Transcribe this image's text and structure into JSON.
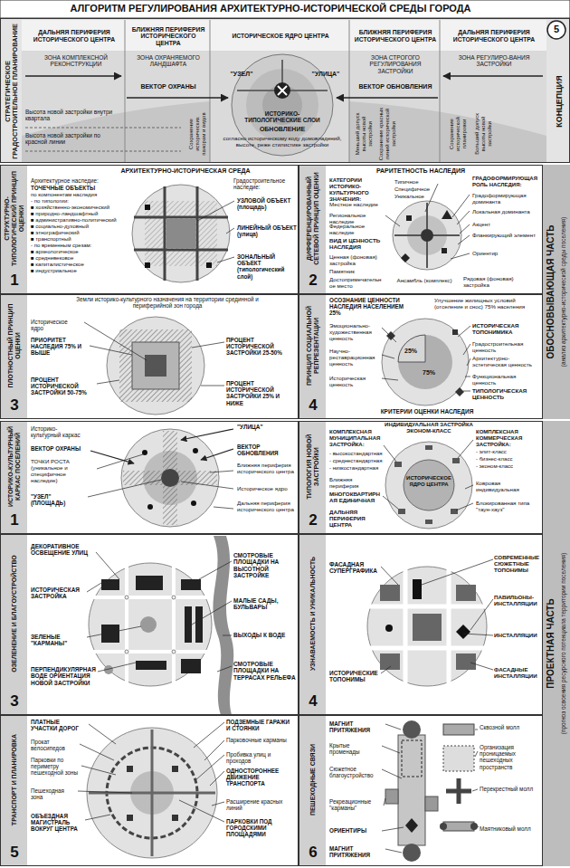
{
  "diagram": {
    "title": "АЛГОРИТМ РЕГУЛИРОВАНИЯ АРХИТЕКТУРНО-ИСТОРИЧЕСКОЙ СРЕДЫ ГОРОДА",
    "nodes": [
      {
        "text": [
          "СТРАТЕГИЧЕСКОЕ ГРАДОСТРОИТЕЛЬНОЕ ПЛАНИРОВАНИЕ",
          "КОНЦЕПЦИЯ"
        ]
      },
      {
        "text": [
          "ДАЛЬНЯЯ ПЕРИФЕРИЯ ИСТОРИЧЕСКОГО ЦЕНТРА"
        ],
        "in": 0
      },
      {
        "text": [
          "БЛИЖНЯЯ ПЕРИФЕРИЯ ИСТОРИЧЕСКОГО ЦЕНТРА"
        ],
        "in": 0
      },
      {
        "text": [
          "ИСТОРИЧЕСКОЕ ЯДРО ЦЕНТРА"
        ],
        "in": 0
      },
      {
        "text": [
          "БЛИЖНЯЯ ПЕРИФЕРИЯ ИСТОРИЧЕСКОГО ЦЕНТРА"
        ],
        "in": 0
      },
      {
        "text": [
          "ДАЛЬНЯЯ ПЕРИФЕРИЯ ИСТОРИЧЕСКОГО ЦЕНТРА"
        ],
        "in": 0
      },
      {
        "text": [
          "ОБОСНОВЫВАЮЩАЯ ЧАСТЬ",
          "(анализ архитектурно-исторической среды поселения)"
        ]
      },
      {
        "text": [
          "СТРУКТУРНО-ТИПОЛОГИЧЕСКИЙ ПРИНЦИП ОЦЕНКИ",
          "1"
        ],
        "in": 6
      },
      {
        "text": [
          "ДИФФЕРЕНЦИРОВАННЫЙ СЕТЕВОЙ ПРИНЦИП ОЦЕНКИ",
          "2"
        ],
        "in": 6
      },
      {
        "text": [
          "ПЛОТНОСТНЫЙ ПРИНЦИП ОЦЕНКИ",
          "3"
        ],
        "in": 6
      },
      {
        "text": [
          "ПРИНЦИП СОЦИАЛЬНОЙ РЕПРЕЗЕНТАЦИИ",
          "4"
        ],
        "in": 6
      },
      {
        "text": [
          "ПРОЕКТНАЯ ЧАСТЬ",
          "(прогноз освоения ресурсного потенциала территории поселения)"
        ]
      },
      {
        "text": [
          "ИСТОРИКО-КУЛЬТУРНЫЙ КАРКАС ПОСЕЛЕНИЙ",
          "1"
        ],
        "in": 11
      },
      {
        "text": [
          "ТИПОЛОГИЯ НОВОЙ ЗАСТРОЙКИ",
          "2"
        ],
        "in": 11
      },
      {
        "text": [
          "ОЗЕЛЕНЕНИЕ И БЛАГОУСТРОЙСТВО",
          "3"
        ],
        "in": 11
      },
      {
        "text": [
          "УЗНАВАЕМОСТЬ И УНИКАЛЬНОСТЬ",
          "4"
        ],
        "in": 11
      },
      {
        "text": [
          "ТРАНСПОРТ И ПЛАНИРОВКА",
          "5"
        ],
        "in": 11
      },
      {
        "text": [
          "ПЕШЕХОДНЫЕ СВЯЗИ",
          "6"
        ],
        "in": 11
      }
    ],
    "labels": [
      "5",
      "ЗОНА КОМПЛЕКСНОЙ РЕКОНСТРУКЦИИ",
      "ЗОНА ОХРАНЯЕМОГО ЛАНДШАФТА",
      "\"УЗЕЛ\"",
      "\"УЛИЦА\"",
      "ЗОНА СТРОГОГО РЕГУЛИРОВАНИЯ ЗАСТРОЙКИ",
      "ВЕКТОР ОБНОВЛЕНИЯ",
      "ЗОНА РЕГУЛИРО-ВАНИЯ ЗАСТРОЙКИ",
      "ВЕКТОР ОХРАНЫ",
      "ИСТОРИКО-ТИПОЛОГИЧЕСКИЕ СЛОИ",
      "ОБНОВЛЕНИЕ",
      "согласно историческому коду домовладений, высоте, реже стилистике застройки",
      "Высота новой застройки внутри квартала",
      "Высота новой застройки по красной линии",
      "Сохранение исторических панорам и видов",
      "Меньший допуск высоты новой застройки",
      "Сохранение красных линий исторической застройки",
      "Сохранение исторической планировки",
      "Больший допуск высоты новой застройки",
      "АРХИТЕКТУРНО-ИСТОРИЧЕСКАЯ СРЕДА",
      "Архитектурное наследие:",
      "ТОЧЕЧНЫЕ ОБЪЕКТЫ",
      "по компонентам наследия",
      "- по типологии:",
      "■ хозяйственно-экономический",
      "■ природно-ландшафтный",
      "■ административно-политический",
      "■ социально-духовный",
      "■ этнографический",
      "■ транспортный",
      "- по временным срезам:",
      "■ археологическое",
      "■ средневековое",
      "■ капиталистическое",
      "■ индустриальное",
      "Градостроительное наследие:",
      "УЗЛОВОЙ ОБЪЕКТ (площадь)",
      "ЛИНЕЙНЫЙ ОБЪЕКТ (улица)",
      "ЗОНАЛЬНЫЙ ОБЪЕКТ (типологический слой)",
      "РАРИТЕТНОСТЬ НАСЛЕДИЯ",
      "КАТЕГОРИИ ИСТОРИКО-КУЛЬТУРНОГО ЗНАЧЕНИЯ:",
      "Местное наследие",
      "Региональное наследие",
      "Федеральное наследие",
      "Типичное",
      "Специфичное",
      "Уникальное",
      "ГРАДОФОРМИРУЮЩАЯ РОЛЬ НАСЛЕДИЯ:",
      "Градоформирующая доминанта",
      "Локальная доминанта",
      "Акцент",
      "Фланкирующий элемент",
      "Ориентир",
      "ВИД И ЦЕННОСТЬ НАСЛЕДИЯ",
      "Ценная (фоновая) застройка",
      "Памятник",
      "Достопримечательное место",
      "Ансамбль (комплекс)",
      "Рядовая (фоновая) застройка",
      "Земли историко-культурного назначения на территории срединной и периферийной зон города",
      "Историческое ядро",
      "ПРИОРИТЕТ НАСЛЕДИЯ 75% И ВЫШЕ",
      "ПРОЦЕНТ ИСТОРИЧЕСКОЙ ЗАСТРОЙКИ 50-75%",
      "ПРОЦЕНТ ИСТОРИЧЕСКОЙ ЗАСТРОЙКИ 25-50%",
      "ПРОЦЕНТ ИСТОРИЧЕСКОЙ ЗАСТРОЙКИ 25% И НИЖЕ",
      "ОСОЗНАНИЕ ЦЕННОСТИ НАСЛЕДИЯ НАСЕЛЕНИЕМ 25%",
      "Эмоционально-художественная ценность",
      "Научно-реставрационная ценность",
      "Историческая ценность",
      "Улучшение жилищных условий (отселение и снос) 75% населения",
      "ИСТОРИЧЕСКАЯ ТОПОНИМИКА",
      "Градостроительная ценность",
      "Архитектурно-эстетическая ценность",
      "Функциональная ценность",
      "ТИПОЛОГИЧЕСКАЯ ЦЕННОСТЬ",
      "25%",
      "75%",
      "КРИТЕРИИ ОЦЕНКИ НАСЛЕДИЯ",
      "Историко-культурный каркас",
      "ВЕКТОР ОХРАНЫ",
      "ТОЧКИ РОСТА (уникальное и специфичное наследие)",
      "\"УЗЕЛ\" (ПЛОЩАДЬ)",
      "\"УЛИЦА\"",
      "ВЕКТОР ОБНОВЛЕНИЯ",
      "Ближняя периферия исторического центра",
      "Историческое ядро",
      "Дальняя периферия исторического центра",
      "ИНДИВИДУАЛЬНАЯ ЗАСТРОЙКА ЭКОНОМ-КЛАСС",
      "КОМПЛЕКСНАЯ МУНИЦИПАЛЬНАЯ ЗАСТРОЙКА:",
      "- высокостандартная",
      "- среднестандартная",
      "- низкостандартная",
      "Ближняя периферия",
      "МНОГОКВАРТИРНАЯ ЕДИНИЧНАЯ",
      "ДАЛЬНЯЯ ПЕРИФЕРИЯ ЦЕНТРА",
      "ИСТОРИЧЕСКОЕ ЯДРО ЦЕНТРА",
      "КОМПЛЕКСНАЯ КОММЕРЧЕСКАЯ ЗАСТРОЙКА:",
      "- элит-класс",
      "- бизнес-класс",
      "- эконом-класс",
      "Ковровая индивидуальная",
      "Блокированная типа \"таун-хауз\"",
      "ДЕКОРАТИВНОЕ ОСВЕЩЕНИЕ УЛИЦ",
      "ИСТОРИЧЕСКАЯ ЗАСТРОЙКА",
      "ЗЕЛЕНЫЕ \"КАРМАНЫ\"",
      "ПЕРПЕНДИКУЛЯРНАЯ ВОДЕ ОРИЕНТАЦИЯ НОВОЙ ЗАСТРОЙКИ",
      "СМОТРОВЫЕ ПЛОЩАДКИ НА ВЫСОТНОЙ ЗАСТРОЙКЕ",
      "МАЛЫЕ САДЫ, БУЛЬВАРЫ",
      "ВЫХОДЫ К ВОДЕ",
      "СМОТРОВЫЕ ПЛОЩАДКИ НА ТЕРРАСАХ РЕЛЬЕФА",
      "ФАСАДНАЯ СУПЕРГРАФИКА",
      "ИСТОРИЧЕСКИЕ ТОПОНИМЫ",
      "СОВРЕМЕННЫЕ СЮЖЕТНЫЕ ТОПОНИМЫ",
      "ПАВИЛЬОНЫ-ИНСТАЛЛЯЦИИ",
      "ИНСТАЛЛЯЦИИ",
      "ФАСАДНЫЕ ИНСТАЛЛЯЦИИ",
      "ПЛАТНЫЕ УЧАСТКИ ДОРОГ",
      "Прокат велосипедов",
      "Парковки по периметру пешеходной зоны",
      "Пешеходная зона",
      "ОБЪЕЗДНАЯ МАГИСТРАЛЬ ВОКРУГ ЦЕНТРА",
      "ПОДЗЕМНЫЕ ГАРАЖИ И СТОЯНКИ",
      "Парковочные карманы",
      "Пробивка улиц и проходов",
      "ОДНОСТОРОННЕЕ ДВИЖЕНИЕ ТРАНСПОРТА",
      "Расширение красных линий",
      "ПАРКОВКИ ПОД ГОРОДСКИМИ ПЛОЩАДЯМИ",
      "МАГНИТ ПРИТЯЖЕНИЯ",
      "Крытые променады",
      "Сюжетное благоустройство",
      "Рекреационные \"карманы\"",
      "ОРИЕНТИРЫ",
      "МАГНИТ ПРИТЯЖЕНИЯ",
      "Сквозной молл",
      "Организация проницаемых пешеходных пространств",
      "Перекрестный молл",
      "Маятниковый молл"
    ]
  }
}
